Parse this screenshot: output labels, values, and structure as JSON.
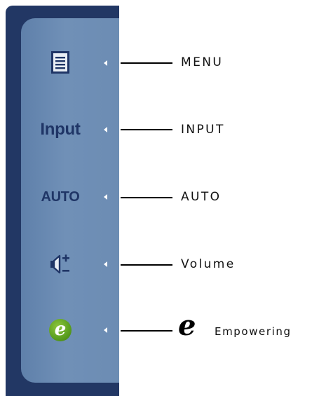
{
  "buttons": [
    {
      "key": "menu",
      "icon": "menu-list-icon",
      "callout": "MENU"
    },
    {
      "key": "input",
      "text": "Input",
      "callout": "INPUT"
    },
    {
      "key": "auto",
      "text": "AUTO",
      "callout": "AUTO"
    },
    {
      "key": "volume",
      "icon": "volume-icon",
      "callout": "Volume"
    },
    {
      "key": "empowering",
      "icon": "e-empowering-icon",
      "callout": "Empowering"
    }
  ],
  "colors": {
    "bezel": "#223764",
    "panel": "#6c8cb3",
    "button_text": "#1f3566",
    "empowering_green": "#5a9e1e"
  }
}
